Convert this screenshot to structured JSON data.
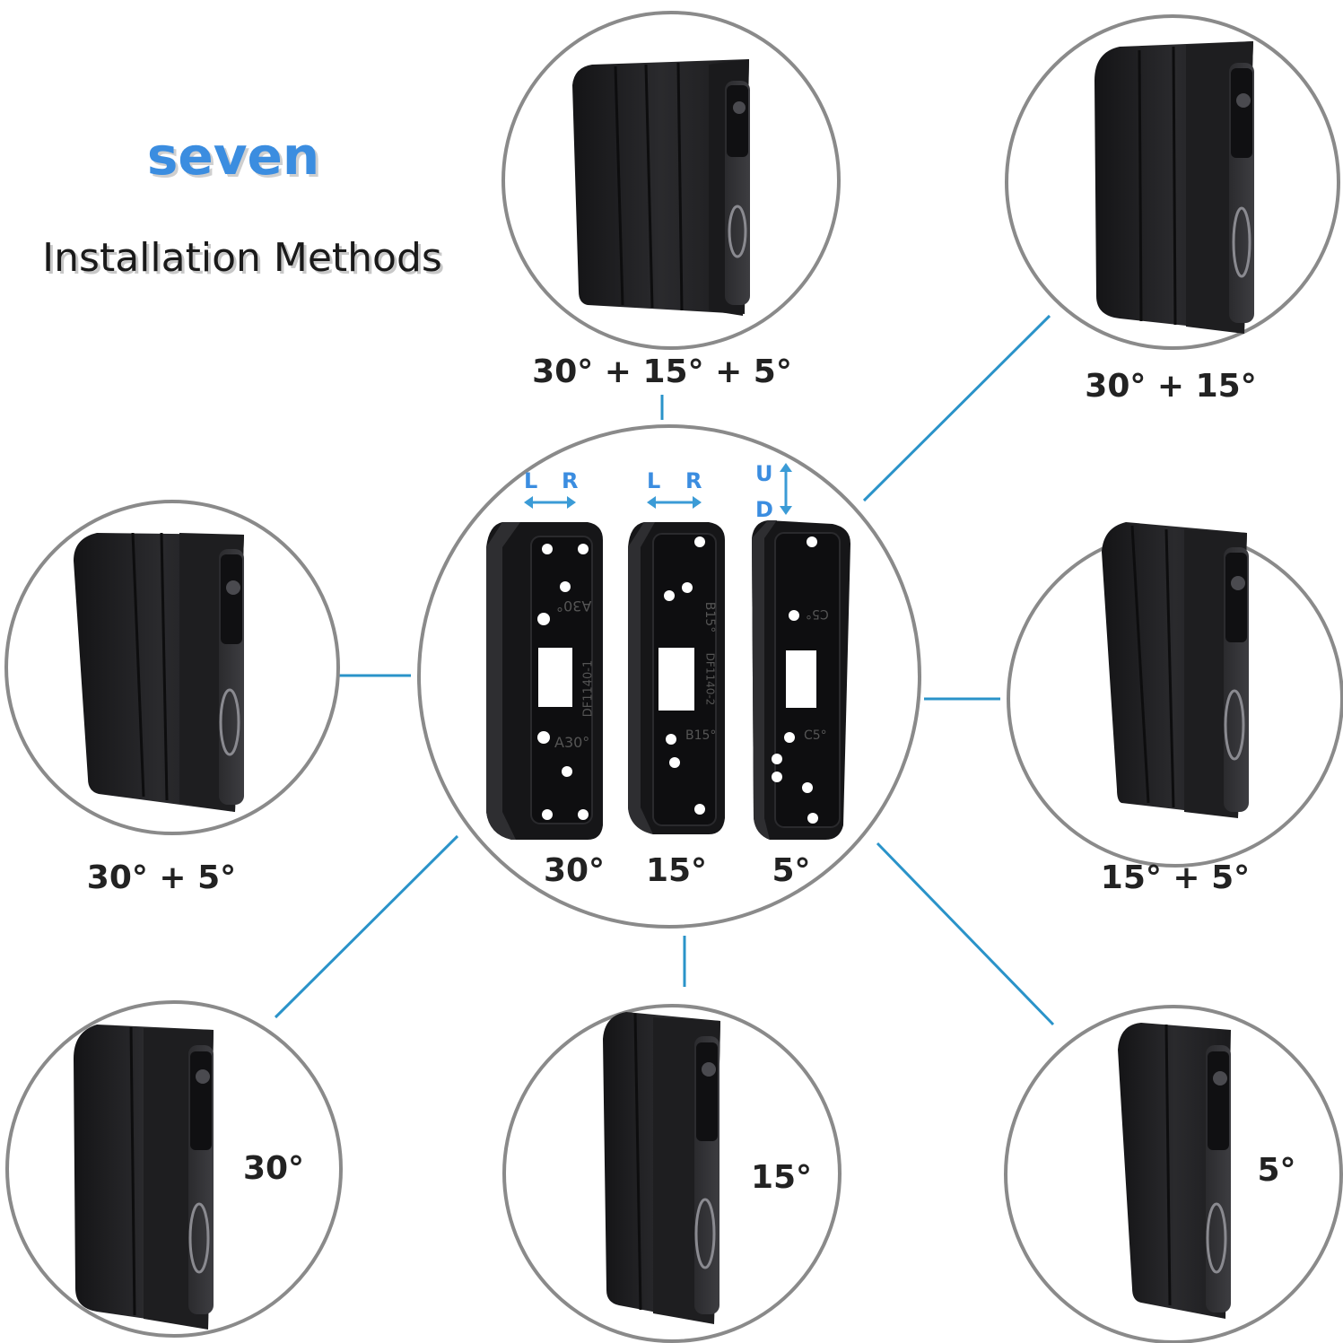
{
  "heading": {
    "count": "seven",
    "subtitle": "Installation Methods"
  },
  "center": {
    "directions": {
      "left": "L",
      "right": "R",
      "up": "U",
      "down": "D"
    },
    "plates": [
      {
        "label": "30°",
        "marks": [
          "A30°",
          "DF1140-1",
          "A30°"
        ]
      },
      {
        "label": "15°",
        "marks": [
          "B15°",
          "DF1140-2",
          "B15°"
        ]
      },
      {
        "label": "5°",
        "marks": [
          "C5°",
          "C5°"
        ]
      }
    ]
  },
  "combos": {
    "top": "30° + 15° + 5°",
    "top_right": "30° + 15°",
    "left": "30° + 5°",
    "right": "15° + 5°",
    "bottom_left": "30°",
    "bottom_center": "15°",
    "bottom_right": "5°"
  },
  "colors": {
    "accent": "#3b8de0",
    "connector": "#2a93c9",
    "ring": "#8a8a8a",
    "device": "#1f1f21"
  }
}
